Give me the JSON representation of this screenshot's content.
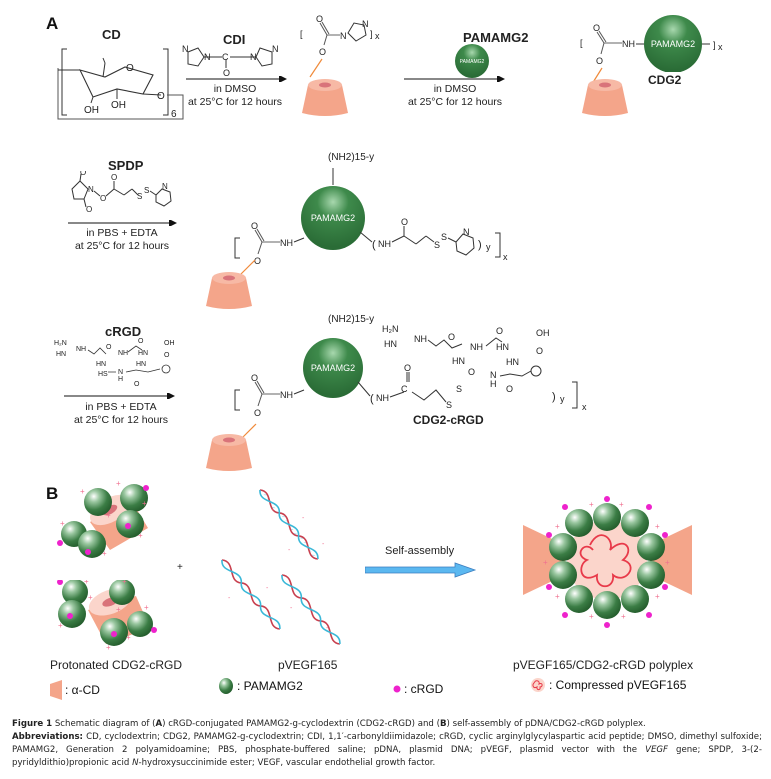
{
  "panel_a": {
    "letter": "A",
    "step1": {
      "reactant": "CD",
      "repeat_subscript": "6",
      "oh_label": "OH",
      "ring_o": "O",
      "reagent": "CDI",
      "condition_1": "in DMSO",
      "condition_2": "at 25°C for 12 hours",
      "product_subscript": "x"
    },
    "step2": {
      "reagent": "PAMAMG2",
      "sphere_label": "PAMAMG2",
      "condition_1": "in DMSO",
      "condition_2": "at 25°C for 12 hours",
      "product_name": "CDG2",
      "nh_label": "NH",
      "product_subscript": "x"
    },
    "step3": {
      "reagent": "SPDP",
      "condition_1": "in PBS + EDTA",
      "condition_2": "at 25°C for 12 hours",
      "amine_label": "(NH2)15-y",
      "sphere_label": "PAMAMG2",
      "nh_label": "NH",
      "subscript_y": "y",
      "subscript_x": "x"
    },
    "step4": {
      "reagent": "cRGD",
      "condition_1": "in PBS + EDTA",
      "condition_2": "at 25°C for 12 hours",
      "amine_label": "(NH2)15-y",
      "sphere_label": "PAMAMG2",
      "product_name": "CDG2-cRGD",
      "subscript_y": "y",
      "subscript_x": "x"
    }
  },
  "panel_b": {
    "letter": "B",
    "plus_sign": "+",
    "label_left": "Protonated CDG2-cRGD",
    "label_middle": "pVEGF165",
    "arrow_label": "Self-assembly",
    "label_right": "pVEGF165/CDG2-cRGD polyplex"
  },
  "legend": [
    {
      "label": ": α-CD",
      "icon": "alpha-cd-icon"
    },
    {
      "label": ": PAMAMG2",
      "icon": "pamam-sphere-icon"
    },
    {
      "label": ": cRGD",
      "icon": "crgd-dot-icon"
    },
    {
      "label": ": Compressed pVEGF165",
      "icon": "compressed-dna-icon"
    }
  ],
  "colors": {
    "cd_body": "#f4a58a",
    "cd_top": "#fbd5cb",
    "cd_hole": "#d9737a",
    "pamam_green": "#2e6e3a",
    "crgd_magenta": "#ee22cc",
    "plus_pink": "#f07090",
    "dna_red": "#c8404f",
    "dna_blue": "#3ab8d8",
    "arrow_blue": "#5bb8f0",
    "linker_orange": "#f08a3a"
  },
  "caption": {
    "figure_label": "Figure 1",
    "figure_text_1": " Schematic diagram of (",
    "a_letter": "A",
    "figure_text_2": ") cRGD-conjugated PAMAMG2-g-cyclodextrin (CDG2-cRGD) and (",
    "b_letter": "B",
    "figure_text_3": ") self-assembly of pDNA/CDG2-cRGD polyplex.",
    "abbrev_label": "Abbreviations:",
    "abbrev_text_1": " CD, cyclodextrin; CDG2, PAMAMG2-g-cyclodextrin; CDI, 1,1′-carbonyldiimidazole; cRGD, cyclic arginylglycylaspartic acid peptide; DMSO, dimethyl sulfoxide; PAMAMG2, Generation 2 polyamidoamine; PBS, phosphate-buffered saline; pDNA, plasmid DNA; pVEGF, plasmid vector with the ",
    "abbrev_italic_1": "VEGF",
    "abbrev_text_2": " gene; SPDP, 3-(2-pyridyldithio)propionic acid ",
    "abbrev_italic_2": "N",
    "abbrev_text_3": "-hydroxysuccinimide ester; VEGF, vascular endothelial growth factor."
  }
}
